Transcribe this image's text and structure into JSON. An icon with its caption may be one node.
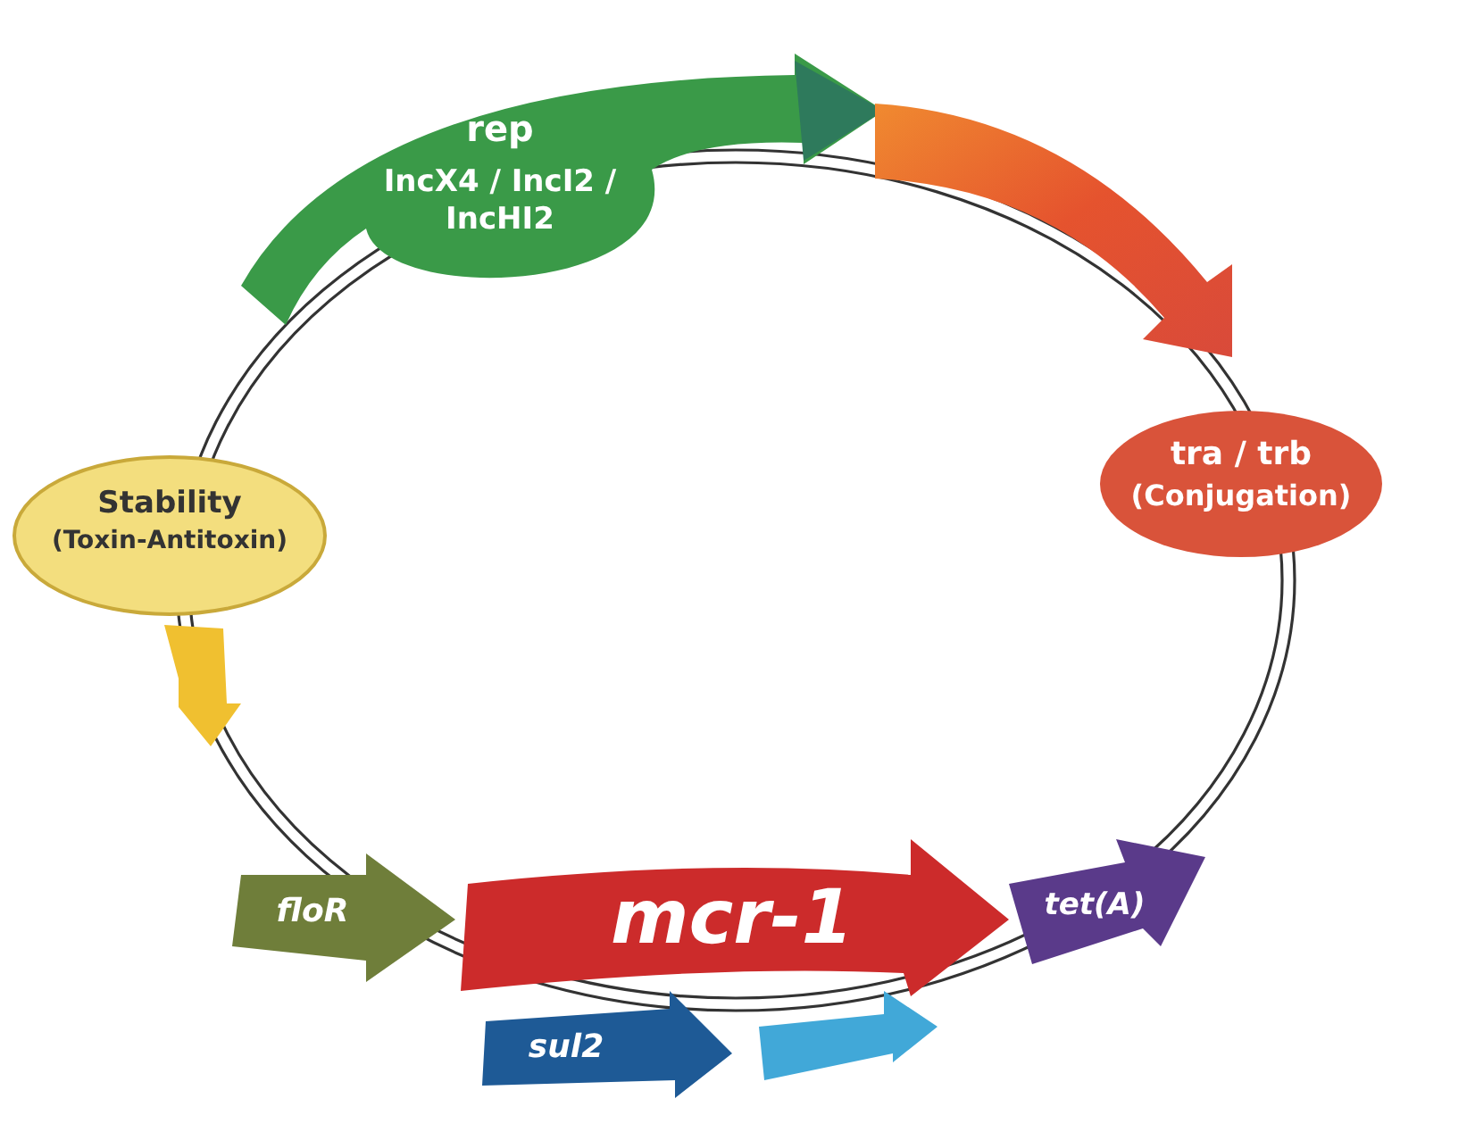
{
  "diagram": {
    "nodes": [
      {
        "text": [
          "rep",
          "IncX4 / IncI2 / IncHI2"
        ]
      },
      {
        "text": [],
        "shape": "arrow"
      },
      {
        "text": [
          "tra / trb",
          "(Conjugation)"
        ]
      },
      {
        "text": [
          "Stability",
          "(Toxin-Antitoxin)"
        ]
      },
      {
        "text": [],
        "shape": "arrow"
      },
      {
        "text": [
          "floR"
        ]
      },
      {
        "text": [
          "mcr-1"
        ]
      },
      {
        "text": [
          "tet(A)"
        ]
      },
      {
        "text": [
          "sul2"
        ]
      },
      {
        "text": [],
        "shape": "arrow"
      }
    ]
  }
}
